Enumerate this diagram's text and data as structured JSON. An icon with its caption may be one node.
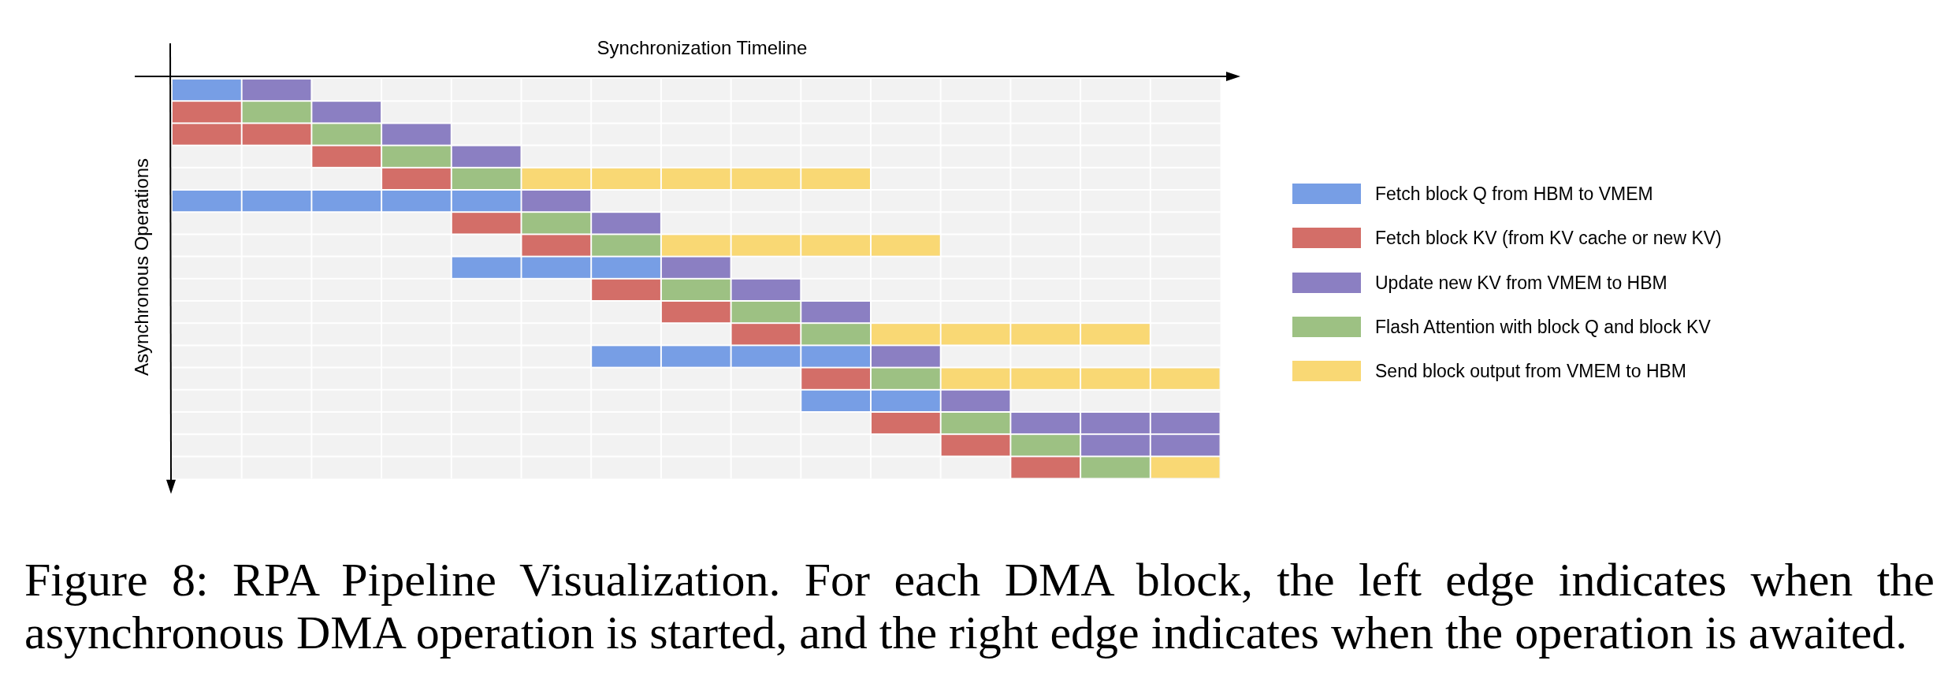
{
  "diagram": {
    "caption": "Figure 8: RPA Pipeline Visualization. For each DMA block, the left edge indicates when the asynchronous DMA operation is started, and the right edge indicates when the operation is awaited.",
    "labels": [
      "Synchronization Timeline",
      "Asynchronous Operations"
    ],
    "legend": [
      {
        "text": "Fetch block Q from HBM to VMEM",
        "color": "#779ee5"
      },
      {
        "text": "Fetch block KV (from KV cache or new KV)",
        "color": "#d36e68"
      },
      {
        "text": "Update new KV from VMEM to HBM",
        "color": "#8b7fc2"
      },
      {
        "text": "Flash Attention with block Q and block KV",
        "color": "#9dc183"
      },
      {
        "text": "Send block output from VMEM to HBM",
        "color": "#f9d874"
      }
    ]
  }
}
